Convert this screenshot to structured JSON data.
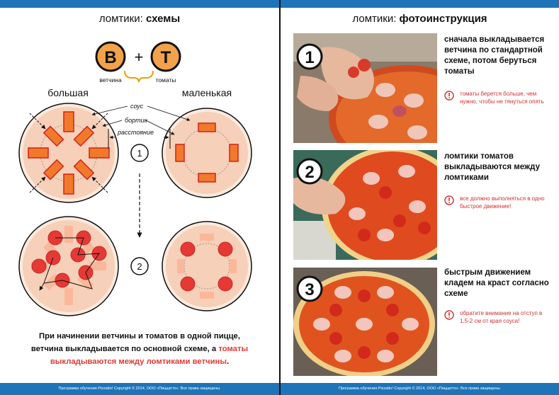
{
  "left": {
    "title_prefix": "ломтики:",
    "title_bold": "схемы",
    "legend": {
      "b_letter": "В",
      "plus": "+",
      "t_letter": "Т",
      "b_label": "ветчина",
      "t_label": "томаты"
    },
    "labels": {
      "big": "большая",
      "small": "маленькая",
      "sauce": "соус",
      "border": "бортик",
      "distance": "расстояние"
    },
    "step_numbers": [
      "1",
      "2"
    ],
    "bottom_text_1": "При начинении ветчины и томатов в одной пицце, ветчина выкладывается по основной схеме, а ",
    "bottom_text_red": "томаты выкладываются между ломтиками ветчины",
    "bottom_text_end": ".",
    "footer": "Программа обучения Pizzatto! Copyright © 2014, ООО «Пиццатто». Все права защищены."
  },
  "right": {
    "title_prefix": "ломтики:",
    "title_bold": "фотоинструкция",
    "steps": [
      {
        "num": "1",
        "title": "сначала выкладывается ветчина по стандартной схеме, потом беруться томаты",
        "note": "томаты берется больше, чем нужно, чтобы не тянуться опять"
      },
      {
        "num": "2",
        "title": "ломтики томатов выкладываются между ломтиками",
        "note": "все должно выполняться в одно быстрое движение!"
      },
      {
        "num": "3",
        "title": "быстрым движением кладем на краст согласно схеме",
        "note": "обратите внимание на отступ в 1,5-2 см от края соуса!"
      }
    ],
    "footer": "Программа обучения Pizzatto! Copyright © 2014, ООО «Пиццатто». Все права защищены."
  },
  "colors": {
    "brand_blue": "#1d74b8",
    "accent_red": "#e53935",
    "ham_orange": "#f07a2a",
    "crust": "#f6d0b8"
  },
  "icons": {
    "warning": "warning-circle-icon"
  }
}
